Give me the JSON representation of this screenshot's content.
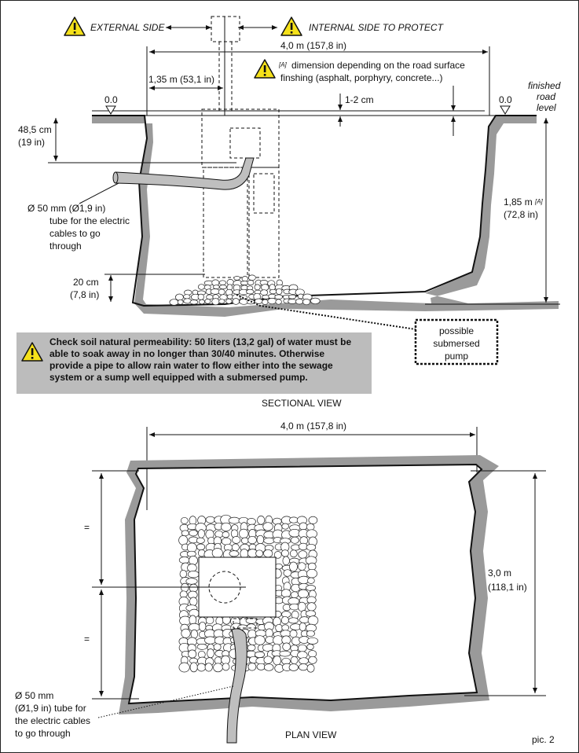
{
  "labels": {
    "external_side": "EXTERNAL SIDE",
    "internal_side": "INTERNAL SIDE TO PROTECT",
    "width_total": "4,0 m (157,8 in)",
    "note_a_tag": "[A]",
    "note_a_line1": "dimension depending on the road surface",
    "note_a_line2": "finshing (asphalt, porphyry, concrete...)",
    "offset_1": "1,35 m (53,1 in)",
    "gap": "1-2 cm",
    "level_left": "0.0",
    "level_right": "0.0",
    "finished_1": "finished",
    "finished_2": "road",
    "finished_3": "level",
    "depth_1": "48,5 cm",
    "depth_1_in": "(19 in)",
    "depth_total": "1,85 m",
    "depth_total_tag": "[A]",
    "depth_total_in": "(72,8 in)",
    "tube_1": "Ø 50 mm (Ø1,9 in)",
    "tube_2": "tube for the electric",
    "tube_3": "cables to go",
    "tube_4": "through",
    "gravel_1": "20 cm",
    "gravel_2": "(7,8 in)",
    "pump_1": "possible",
    "pump_2": "submersed",
    "pump_3": "pump",
    "warn_1": "Check soil natural permeability: 50 liters (13,2 gal) of water must be",
    "warn_2": "able to soak away in no longer than 30/40 minutes. Otherwise",
    "warn_3": "provide a pipe to allow rain water to flow either into the sewage",
    "warn_4": "system or a sump well equipped with a submersed pump.",
    "sectional_view": "SECTIONAL VIEW",
    "plan_width": "4,0 m (157,8 in)",
    "plan_depth_1": "3,0 m",
    "plan_depth_2": "(118,1 in)",
    "eq_top": "=",
    "eq_bottom": "=",
    "plan_tube_1": "Ø 50 mm",
    "plan_tube_2": "(Ø1,9 in) tube for",
    "plan_tube_3": "the electric cables",
    "plan_tube_4": "to go through",
    "plan_view": "PLAN VIEW",
    "pic": "pic. 2"
  },
  "colors": {
    "soil": "#9a9a9a",
    "warning_fill": "#f5e11a",
    "note_box": "#bcbcbc"
  },
  "icons": [
    "warning-icon",
    "level-marker-icon"
  ]
}
